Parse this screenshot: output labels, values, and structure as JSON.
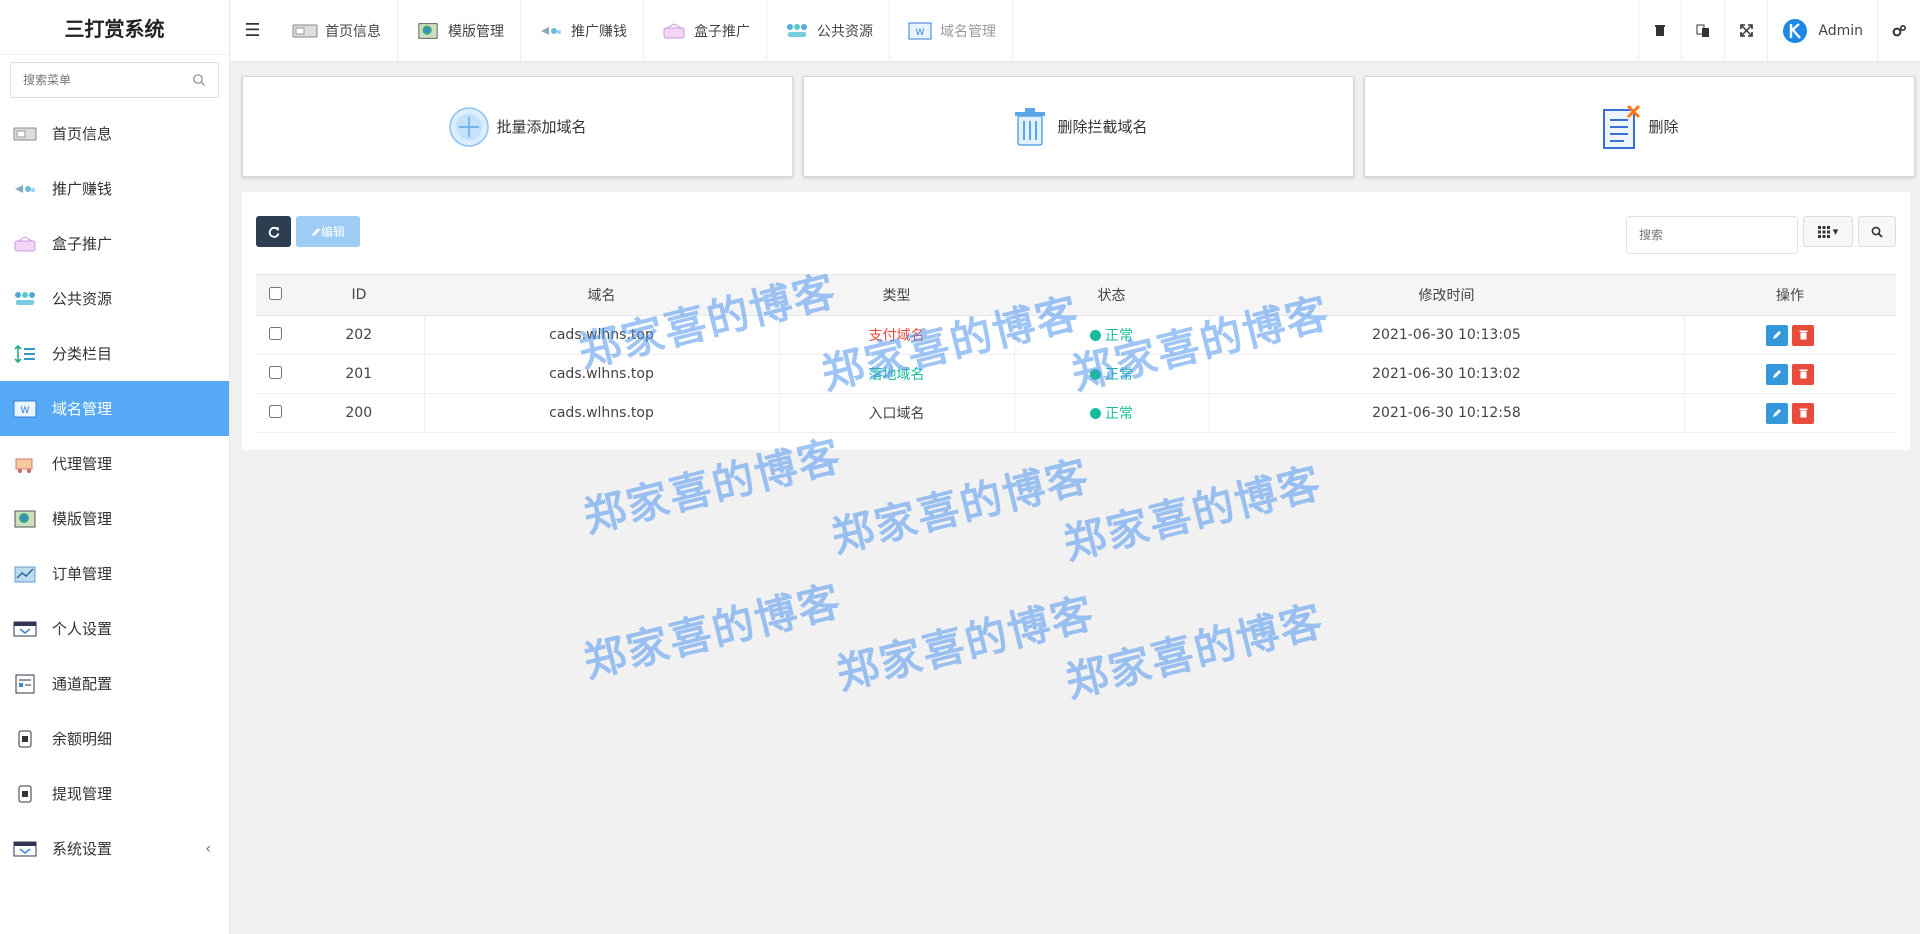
{
  "app": {
    "title": "三打赏系统"
  },
  "sidebar": {
    "search_placeholder": "搜索菜单",
    "items": [
      {
        "label": "首页信息",
        "icon": "home-info-icon"
      },
      {
        "label": "推广赚钱",
        "icon": "promote-icon"
      },
      {
        "label": "盒子推广",
        "icon": "box-icon"
      },
      {
        "label": "公共资源",
        "icon": "resource-icon"
      },
      {
        "label": "分类栏目",
        "icon": "category-icon"
      },
      {
        "label": "域名管理",
        "icon": "domain-icon",
        "active": true
      },
      {
        "label": "代理管理",
        "icon": "agent-icon"
      },
      {
        "label": "模版管理",
        "icon": "template-icon"
      },
      {
        "label": "订单管理",
        "icon": "order-icon"
      },
      {
        "label": "个人设置",
        "icon": "profile-icon"
      },
      {
        "label": "通道配置",
        "icon": "channel-icon"
      },
      {
        "label": "余额明细",
        "icon": "balance-icon"
      },
      {
        "label": "提现管理",
        "icon": "withdraw-icon"
      },
      {
        "label": "系统设置",
        "icon": "system-icon",
        "chevron": "‹"
      }
    ]
  },
  "topbar": {
    "tabs": [
      {
        "label": "首页信息",
        "icon": "home-info-icon"
      },
      {
        "label": "模版管理",
        "icon": "template-icon"
      },
      {
        "label": "推广赚钱",
        "icon": "promote-icon"
      },
      {
        "label": "盒子推广",
        "icon": "box-icon"
      },
      {
        "label": "公共资源",
        "icon": "resource-icon"
      },
      {
        "label": "域名管理",
        "icon": "domain-icon",
        "current": true
      }
    ],
    "user": "Admin"
  },
  "cards": [
    {
      "label": "批量添加域名",
      "icon": "add-circle-icon"
    },
    {
      "label": "删除拦截域名",
      "icon": "trash-icon"
    },
    {
      "label": "删除",
      "icon": "delete-doc-icon"
    }
  ],
  "toolbar": {
    "edit_label": "编辑",
    "search_placeholder": "搜索"
  },
  "table": {
    "headers": [
      "ID",
      "域名",
      "类型",
      "状态",
      "修改时间",
      "操作"
    ],
    "rows": [
      {
        "id": "202",
        "domain": "cads.wlhns.top",
        "type": "支付域名",
        "type_color": "#e74c3c",
        "status": "正常",
        "time": "2021-06-30 10:13:05"
      },
      {
        "id": "201",
        "domain": "cads.wlhns.top",
        "type": "落地域名",
        "type_color": "#18bc9c",
        "status": "正常",
        "time": "2021-06-30 10:13:02"
      },
      {
        "id": "200",
        "domain": "cads.wlhns.top",
        "type": "入口域名",
        "type_color": "#444444",
        "status": "正常",
        "time": "2021-06-30 10:12:58"
      }
    ]
  },
  "watermark": "郑家喜的博客",
  "colors": {
    "accent": "#56a9f5",
    "dark": "#2c3e50",
    "success": "#18bc9c",
    "danger": "#e74c3c",
    "primary": "#3498db"
  }
}
